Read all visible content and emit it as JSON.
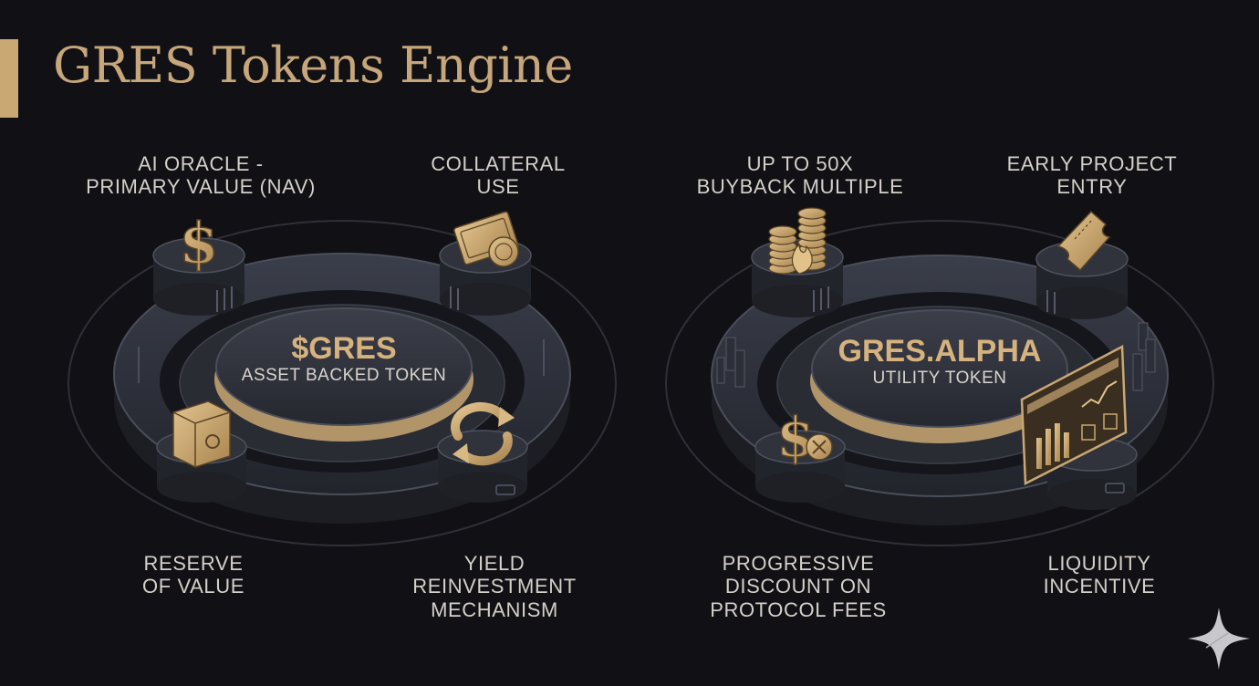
{
  "title": "GRES Tokens Engine",
  "colors": {
    "gold": "#c9a873",
    "background": "#111014",
    "ring": "#2a2d36",
    "text": "#d4d0ca"
  },
  "engines": [
    {
      "hub_title": "$GRES",
      "hub_subtitle": "ASSET BACKED TOKEN",
      "nodes": [
        {
          "label": "AI ORACLE -\nPRIMARY VALUE (NAV)",
          "icon": "dollar-sign-icon"
        },
        {
          "label": "COLLATERAL\nUSE",
          "icon": "banknote-coin-icon"
        },
        {
          "label": "RESERVE\nOF VALUE",
          "icon": "safe-vault-icon"
        },
        {
          "label": "YIELD\nREINVESTMENT\nMECHANISM",
          "icon": "cycle-arrows-icon"
        }
      ]
    },
    {
      "hub_title": "GRES.ALPHA",
      "hub_subtitle": "UTILITY TOKEN",
      "nodes": [
        {
          "label": "UP TO 50X\nBUYBACK MULTIPLE",
          "icon": "coin-stacks-fire-icon"
        },
        {
          "label": "EARLY PROJECT\nENTRY",
          "icon": "ticket-icon"
        },
        {
          "label": "PROGRESSIVE\nDISCOUNT ON\nPROTOCOL FEES",
          "icon": "dollar-discount-icon"
        },
        {
          "label": "LIQUIDITY\nINCENTIVE",
          "icon": "trading-dashboard-icon"
        }
      ]
    }
  ],
  "watermark_icon": "sparkle-icon"
}
